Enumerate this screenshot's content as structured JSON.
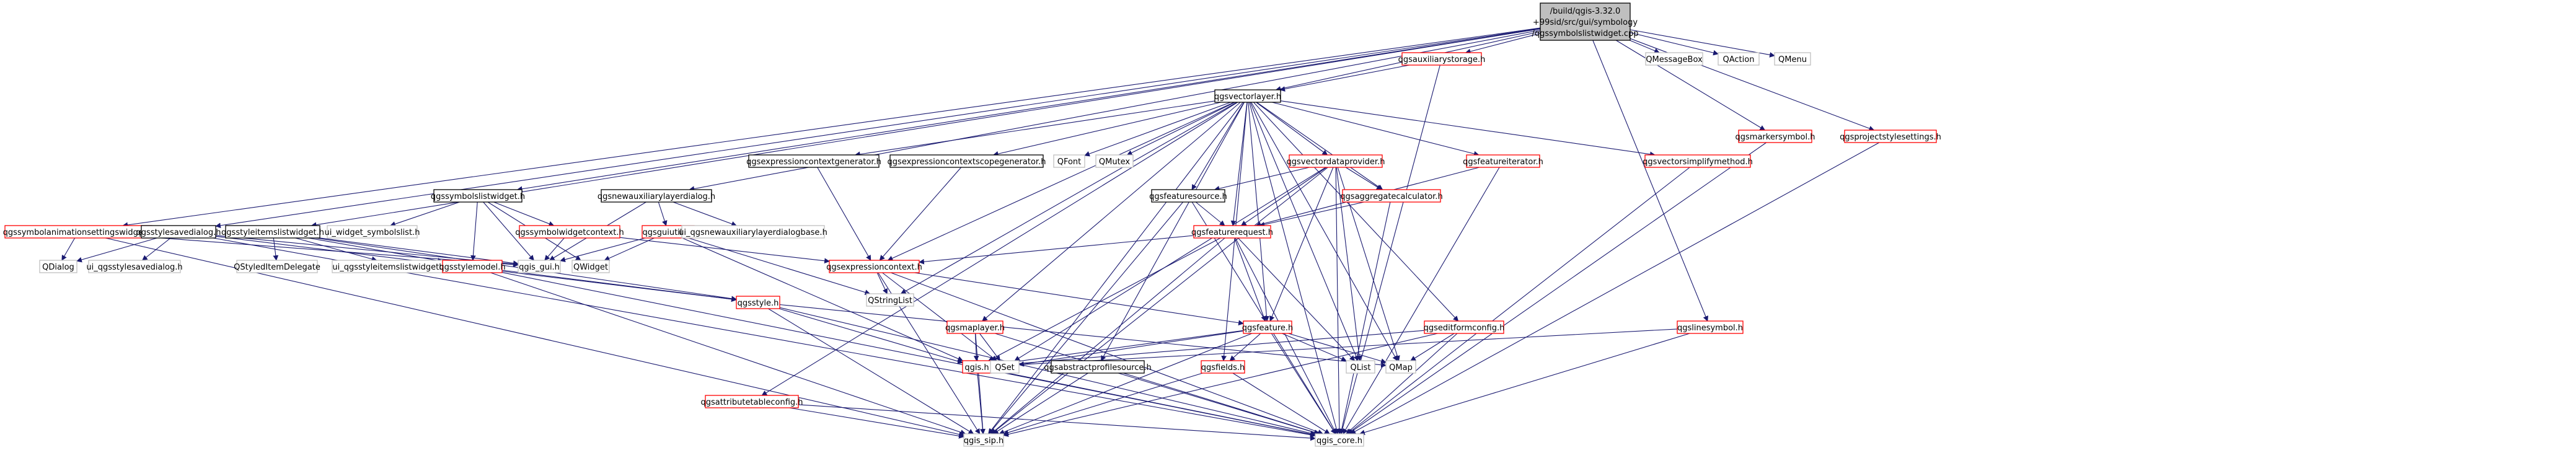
{
  "colors": {
    "edge": "#191970",
    "node_border_default": "#000000",
    "node_border_missing": "#bfbfbf",
    "node_border_linked": "#ff0000",
    "focus_fill": "#bfbfbf",
    "node_fill": "#ffffff"
  },
  "nodes": [
    {
      "id": "root",
      "lines": [
        "/build/qgis-3.32.0",
        "+99sid/src/gui/symbology",
        "/qgssymbolslistwidget.cpp"
      ],
      "kind": "focus"
    },
    {
      "id": "qgsauxiliarystorage",
      "lines": [
        "qgsauxiliarystorage.h"
      ],
      "kind": "linked"
    },
    {
      "id": "QMessageBox",
      "lines": [
        "QMessageBox"
      ],
      "kind": "missing"
    },
    {
      "id": "QAction",
      "lines": [
        "QAction"
      ],
      "kind": "missing"
    },
    {
      "id": "QMenu",
      "lines": [
        "QMenu"
      ],
      "kind": "missing"
    },
    {
      "id": "qgsvectorlayer",
      "lines": [
        "qgsvectorlayer.h"
      ],
      "kind": "default"
    },
    {
      "id": "qgsmarkersymbol",
      "lines": [
        "qgsmarkersymbol.h"
      ],
      "kind": "linked"
    },
    {
      "id": "qgsprojectstylesettings",
      "lines": [
        "qgsprojectstylesettings.h"
      ],
      "kind": "linked"
    },
    {
      "id": "qgsexpressioncontextgenerator",
      "lines": [
        "qgsexpressioncontextgenerator.h"
      ],
      "kind": "default"
    },
    {
      "id": "qgsexpressioncontextscopegenerator",
      "lines": [
        "qgsexpressioncontextscopegenerator.h"
      ],
      "kind": "default"
    },
    {
      "id": "QFont",
      "lines": [
        "QFont"
      ],
      "kind": "missing"
    },
    {
      "id": "QMutex",
      "lines": [
        "QMutex"
      ],
      "kind": "missing"
    },
    {
      "id": "qgsvectordataprovider",
      "lines": [
        "qgsvectordataprovider.h"
      ],
      "kind": "linked"
    },
    {
      "id": "qgsfeatureiterator",
      "lines": [
        "qgsfeatureiterator.h"
      ],
      "kind": "linked"
    },
    {
      "id": "qgsvectorsimplifymethod",
      "lines": [
        "qgsvectorsimplifymethod.h"
      ],
      "kind": "linked"
    },
    {
      "id": "qgssymbolslistwidget",
      "lines": [
        "qgssymbolslistwidget.h"
      ],
      "kind": "default"
    },
    {
      "id": "qgsnewauxiliarylayerdialog",
      "lines": [
        "qgsnewauxiliarylayerdialog.h"
      ],
      "kind": "default"
    },
    {
      "id": "qgsfeaturesource",
      "lines": [
        "qgsfeaturesource.h"
      ],
      "kind": "default"
    },
    {
      "id": "qgsaggregatecalculator",
      "lines": [
        "qgsaggregatecalculator.h"
      ],
      "kind": "linked"
    },
    {
      "id": "qgssymbolanimationsettingswidget",
      "lines": [
        "qgssymbolanimationsettingswidget.h"
      ],
      "kind": "linked"
    },
    {
      "id": "qgsstylesavedialog",
      "lines": [
        "qgsstylesavedialog.h"
      ],
      "kind": "default"
    },
    {
      "id": "qgsstyleitemslistwidget",
      "lines": [
        "qgsstyleitemslistwidget.h"
      ],
      "kind": "default"
    },
    {
      "id": "ui_widget_symbolslist",
      "lines": [
        "ui_widget_symbolslist.h"
      ],
      "kind": "missing"
    },
    {
      "id": "qgssymbolwidgetcontext",
      "lines": [
        "qgssymbolwidgetcontext.h"
      ],
      "kind": "linked"
    },
    {
      "id": "qgsguiutils",
      "lines": [
        "qgsguiutils.h"
      ],
      "kind": "linked"
    },
    {
      "id": "ui_qgsnewauxiliarylayerdialogbase",
      "lines": [
        "ui_qgsnewauxiliarylayerdialogbase.h"
      ],
      "kind": "missing"
    },
    {
      "id": "qgsfeaturerequest",
      "lines": [
        "qgsfeaturerequest.h"
      ],
      "kind": "linked"
    },
    {
      "id": "QDialog",
      "lines": [
        "QDialog"
      ],
      "kind": "missing"
    },
    {
      "id": "ui_qgsstylesavedialog",
      "lines": [
        "ui_qgsstylesavedialog.h"
      ],
      "kind": "missing"
    },
    {
      "id": "QStyledItemDelegate",
      "lines": [
        "QStyledItemDelegate"
      ],
      "kind": "missing"
    },
    {
      "id": "ui_qgsstyleitemslistwidgetbase",
      "lines": [
        "ui_qgsstyleitemslistwidgetbase.h"
      ],
      "kind": "missing"
    },
    {
      "id": "qgsstylemodel",
      "lines": [
        "qgsstylemodel.h"
      ],
      "kind": "linked"
    },
    {
      "id": "qgis_gui",
      "lines": [
        "qgis_gui.h"
      ],
      "kind": "missing"
    },
    {
      "id": "QWidget",
      "lines": [
        "QWidget"
      ],
      "kind": "missing"
    },
    {
      "id": "qgsexpressioncontext",
      "lines": [
        "qgsexpressioncontext.h"
      ],
      "kind": "linked"
    },
    {
      "id": "QStringList",
      "lines": [
        "QStringList"
      ],
      "kind": "missing"
    },
    {
      "id": "qgsstyle",
      "lines": [
        "qgsstyle.h"
      ],
      "kind": "linked"
    },
    {
      "id": "qgsmaplayer",
      "lines": [
        "qgsmaplayer.h"
      ],
      "kind": "linked"
    },
    {
      "id": "qgsfeature",
      "lines": [
        "qgsfeature.h"
      ],
      "kind": "linked"
    },
    {
      "id": "qgseditformconfig",
      "lines": [
        "qgseditformconfig.h"
      ],
      "kind": "linked"
    },
    {
      "id": "qgslinesymbol",
      "lines": [
        "qgslinesymbol.h"
      ],
      "kind": "linked"
    },
    {
      "id": "qgis",
      "lines": [
        "qgis.h"
      ],
      "kind": "linked"
    },
    {
      "id": "QSet",
      "lines": [
        "QSet"
      ],
      "kind": "missing"
    },
    {
      "id": "qgsabstractprofilesource",
      "lines": [
        "qgsabstractprofilesource.h"
      ],
      "kind": "default"
    },
    {
      "id": "qgsfields",
      "lines": [
        "qgsfields.h"
      ],
      "kind": "linked"
    },
    {
      "id": "QList",
      "lines": [
        "QList"
      ],
      "kind": "missing"
    },
    {
      "id": "QMap",
      "lines": [
        "QMap"
      ],
      "kind": "missing"
    },
    {
      "id": "qgsattributetableconfig",
      "lines": [
        "qgsattributetableconfig.h"
      ],
      "kind": "linked"
    },
    {
      "id": "qgis_sip",
      "lines": [
        "qgis_sip.h"
      ],
      "kind": "missing"
    },
    {
      "id": "qgis_core",
      "lines": [
        "qgis_core.h"
      ],
      "kind": "missing"
    }
  ],
  "edges": [
    [
      "root",
      "qgsauxiliarystorage"
    ],
    [
      "root",
      "QMessageBox"
    ],
    [
      "root",
      "QAction"
    ],
    [
      "root",
      "QMenu"
    ],
    [
      "root",
      "qgsvectorlayer"
    ],
    [
      "root",
      "qgsmarkersymbol"
    ],
    [
      "root",
      "qgsprojectstylesettings"
    ],
    [
      "root",
      "qgssymbolslistwidget"
    ],
    [
      "root",
      "qgsnewauxiliarylayerdialog"
    ],
    [
      "root",
      "qgssymbolanimationsettingswidget"
    ],
    [
      "root",
      "qgsstylesavedialog"
    ],
    [
      "root",
      "qgsstyleitemslistwidget"
    ],
    [
      "root",
      "qgslinesymbol"
    ],
    [
      "qgsauxiliarystorage",
      "qgsvectorlayer"
    ],
    [
      "qgsauxiliarystorage",
      "qgis_core"
    ],
    [
      "qgsmarkersymbol",
      "qgis_core"
    ],
    [
      "qgsprojectstylesettings",
      "qgis_core"
    ],
    [
      "qgsvectorlayer",
      "qgsexpressioncontextgenerator"
    ],
    [
      "qgsvectorlayer",
      "qgsexpressioncontextscopegenerator"
    ],
    [
      "qgsvectorlayer",
      "QFont"
    ],
    [
      "qgsvectorlayer",
      "QMutex"
    ],
    [
      "qgsvectorlayer",
      "qgsvectordataprovider"
    ],
    [
      "qgsvectorlayer",
      "qgsfeatureiterator"
    ],
    [
      "qgsvectorlayer",
      "qgsvectorsimplifymethod"
    ],
    [
      "qgsvectorlayer",
      "qgsfeaturesource"
    ],
    [
      "qgsvectorlayer",
      "qgsaggregatecalculator"
    ],
    [
      "qgsvectorlayer",
      "qgsfeaturerequest"
    ],
    [
      "qgsvectorlayer",
      "qgsexpressioncontext"
    ],
    [
      "qgsvectorlayer",
      "QStringList"
    ],
    [
      "qgsvectorlayer",
      "qgsmaplayer"
    ],
    [
      "qgsvectorlayer",
      "qgsfeature"
    ],
    [
      "qgsvectorlayer",
      "qgseditformconfig"
    ],
    [
      "qgsvectorlayer",
      "qgsabstractprofilesource"
    ],
    [
      "qgsvectorlayer",
      "qgsfields"
    ],
    [
      "qgsvectorlayer",
      "QList"
    ],
    [
      "qgsvectorlayer",
      "QMap"
    ],
    [
      "qgsvectorlayer",
      "qgsattributetableconfig"
    ],
    [
      "qgsvectorlayer",
      "qgis_sip"
    ],
    [
      "qgsvectorlayer",
      "qgis_core"
    ],
    [
      "qgsexpressioncontextgenerator",
      "qgsexpressioncontext"
    ],
    [
      "qgsexpressioncontextscopegenerator",
      "qgsexpressioncontext"
    ],
    [
      "qgsvectordataprovider",
      "qgsfeaturesource"
    ],
    [
      "qgsvectordataprovider",
      "qgsaggregatecalculator"
    ],
    [
      "qgsvectordataprovider",
      "qgsfeaturerequest"
    ],
    [
      "qgsvectordataprovider",
      "QList"
    ],
    [
      "qgsvectordataprovider",
      "QMap"
    ],
    [
      "qgsvectordataprovider",
      "QSet"
    ],
    [
      "qgsvectordataprovider",
      "qgis_core"
    ],
    [
      "qgsvectordataprovider",
      "qgis_sip"
    ],
    [
      "qgsvectordataprovider",
      "qgsfeature"
    ],
    [
      "qgsfeatureiterator",
      "qgsfeaturerequest"
    ],
    [
      "qgsfeatureiterator",
      "qgis_core"
    ],
    [
      "qgsvectorsimplifymethod",
      "qgis_core"
    ],
    [
      "qgsfeaturesource",
      "qgsfeaturerequest"
    ],
    [
      "qgsfeaturesource",
      "qgis_core"
    ],
    [
      "qgsfeaturesource",
      "qgis_sip"
    ],
    [
      "qgsaggregatecalculator",
      "qgsfeaturerequest"
    ],
    [
      "qgsaggregatecalculator",
      "qgis_core"
    ],
    [
      "qgsfeaturerequest",
      "qgsexpressioncontext"
    ],
    [
      "qgsfeaturerequest",
      "qgsfeature"
    ],
    [
      "qgsfeaturerequest",
      "qgis"
    ],
    [
      "qgsfeaturerequest",
      "QList"
    ],
    [
      "qgsfeaturerequest",
      "qgis_core"
    ],
    [
      "qgsfeaturerequest",
      "qgis_sip"
    ],
    [
      "qgssymbolslistwidget",
      "ui_widget_symbolslist"
    ],
    [
      "qgssymbolslistwidget",
      "qgssymbolwidgetcontext"
    ],
    [
      "qgssymbolslistwidget",
      "qgsstylemodel"
    ],
    [
      "qgssymbolslistwidget",
      "qgis_gui"
    ],
    [
      "qgssymbolslistwidget",
      "QWidget"
    ],
    [
      "qgsnewauxiliarylayerdialog",
      "qgsguiutils"
    ],
    [
      "qgsnewauxiliarylayerdialog",
      "ui_qgsnewauxiliarylayerdialogbase"
    ],
    [
      "qgsnewauxiliarylayerdialog",
      "qgis_gui"
    ],
    [
      "qgssymbolanimationsettingswidget",
      "QDialog"
    ],
    [
      "qgssymbolanimationsettingswidget",
      "qgis_gui"
    ],
    [
      "qgssymbolanimationsettingswidget",
      "qgis_sip"
    ],
    [
      "qgsstylesavedialog",
      "QDialog"
    ],
    [
      "qgsstylesavedialog",
      "ui_qgsstylesavedialog"
    ],
    [
      "qgsstylesavedialog",
      "qgsstyle"
    ],
    [
      "qgsstylesavedialog",
      "qgis_gui"
    ],
    [
      "qgsstylesavedialog",
      "qgis_core"
    ],
    [
      "qgsstyleitemslistwidget",
      "QStyledItemDelegate"
    ],
    [
      "qgsstyleitemslistwidget",
      "ui_qgsstyleitemslistwidgetbase"
    ],
    [
      "qgsstyleitemslistwidget",
      "qgsstylemodel"
    ],
    [
      "qgsstyleitemslistwidget",
      "qgis_gui"
    ],
    [
      "qgsstyleitemslistwidget",
      "qgsstyle"
    ],
    [
      "qgssymbolwidgetcontext",
      "qgis_gui"
    ],
    [
      "qgssymbolwidgetcontext",
      "qgsexpressioncontext"
    ],
    [
      "qgsguiutils",
      "qgis_gui"
    ],
    [
      "qgsguiutils",
      "QWidget"
    ],
    [
      "qgsguiutils",
      "QStringList"
    ],
    [
      "qgsguiutils",
      "qgis"
    ],
    [
      "qgsstylemodel",
      "qgsstyle"
    ],
    [
      "qgsstylemodel",
      "qgis_core"
    ],
    [
      "qgsstylemodel",
      "qgis_sip"
    ],
    [
      "qgsexpressioncontext",
      "QStringList"
    ],
    [
      "qgsexpressioncontext",
      "QSet"
    ],
    [
      "qgsexpressioncontext",
      "qgsfeature"
    ],
    [
      "qgsexpressioncontext",
      "qgis_core"
    ],
    [
      "qgsexpressioncontext",
      "qgis_sip"
    ],
    [
      "qgsstyle",
      "qgis"
    ],
    [
      "qgsstyle",
      "QMap"
    ],
    [
      "qgsstyle",
      "qgis_core"
    ],
    [
      "qgsstyle",
      "qgis_sip"
    ],
    [
      "qgsmaplayer",
      "qgis"
    ],
    [
      "qgsmaplayer",
      "QSet"
    ],
    [
      "qgsmaplayer",
      "qgis_core"
    ],
    [
      "qgsmaplayer",
      "qgis_sip"
    ],
    [
      "qgsfeature",
      "qgis"
    ],
    [
      "qgsfeature",
      "qgsfields"
    ],
    [
      "qgsfeature",
      "QList"
    ],
    [
      "qgsfeature",
      "QMap"
    ],
    [
      "qgsfeature",
      "QSet"
    ],
    [
      "qgsfeature",
      "qgis_core"
    ],
    [
      "qgsfeature",
      "qgis_sip"
    ],
    [
      "qgseditformconfig",
      "QMap"
    ],
    [
      "qgseditformconfig",
      "qgis_core"
    ],
    [
      "qgseditformconfig",
      "qgis_sip"
    ],
    [
      "qgseditformconfig",
      "qgis"
    ],
    [
      "qgslinesymbol",
      "qgis_core"
    ],
    [
      "qgslinesymbol",
      "qgis"
    ],
    [
      "qgis",
      "qgis_core"
    ],
    [
      "qgis",
      "qgis_sip"
    ],
    [
      "qgsabstractprofilesource",
      "qgis_core"
    ],
    [
      "qgsabstractprofilesource",
      "qgis_sip"
    ],
    [
      "qgsfields",
      "qgis_core"
    ],
    [
      "qgsfields",
      "qgis_sip"
    ],
    [
      "qgsattributetableconfig",
      "qgis_core"
    ],
    [
      "qgsattributetableconfig",
      "qgis_sip"
    ]
  ]
}
